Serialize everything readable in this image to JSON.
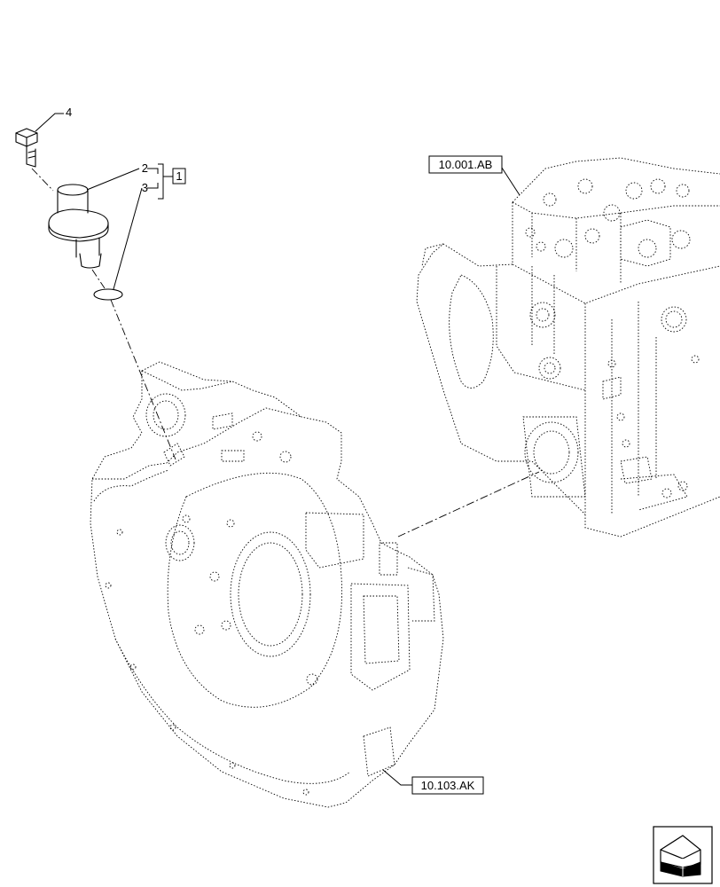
{
  "callouts": {
    "item_4": "4",
    "item_2": "2",
    "item_3": "3",
    "kit_ref": "1",
    "ref_engine": "10.001.AB",
    "ref_housing": "10.103.AK"
  },
  "icons": {
    "nav": "next-page-arrow-icon"
  }
}
